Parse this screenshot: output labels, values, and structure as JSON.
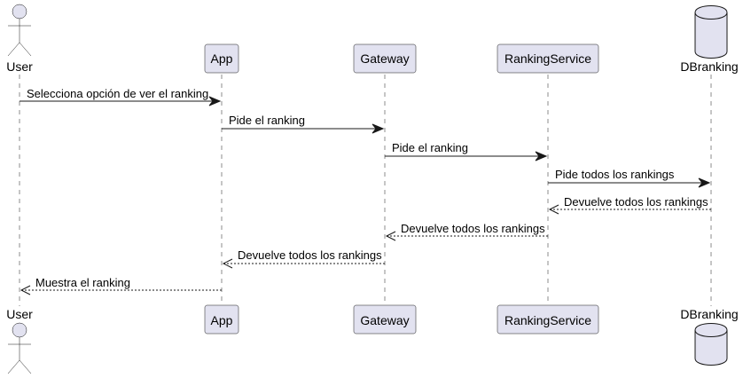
{
  "participants": [
    {
      "id": "user",
      "label": "User",
      "kind": "actor"
    },
    {
      "id": "app",
      "label": "App",
      "kind": "participant"
    },
    {
      "id": "gateway",
      "label": "Gateway",
      "kind": "participant"
    },
    {
      "id": "rankingservice",
      "label": "RankingService",
      "kind": "participant"
    },
    {
      "id": "dbranking",
      "label": "DBranking",
      "kind": "database"
    }
  ],
  "messages": [
    {
      "from": "user",
      "to": "app",
      "label": "Selecciona opción de ver el ranking",
      "style": "solid"
    },
    {
      "from": "app",
      "to": "gateway",
      "label": "Pide el ranking",
      "style": "solid"
    },
    {
      "from": "gateway",
      "to": "rankingservice",
      "label": "Pide el ranking",
      "style": "solid"
    },
    {
      "from": "rankingservice",
      "to": "dbranking",
      "label": "Pide todos los rankings",
      "style": "solid"
    },
    {
      "from": "dbranking",
      "to": "rankingservice",
      "label": "Devuelve todos los rankings",
      "style": "dashed"
    },
    {
      "from": "rankingservice",
      "to": "gateway",
      "label": "Devuelve todos los rankings",
      "style": "dashed"
    },
    {
      "from": "gateway",
      "to": "app",
      "label": "Devuelve todos los rankings",
      "style": "dashed"
    },
    {
      "from": "app",
      "to": "user",
      "label": "Muestra el ranking",
      "style": "dashed"
    }
  ],
  "colors": {
    "participant_fill": "#E2E2F0",
    "line": "#181818",
    "text": "#000000"
  }
}
